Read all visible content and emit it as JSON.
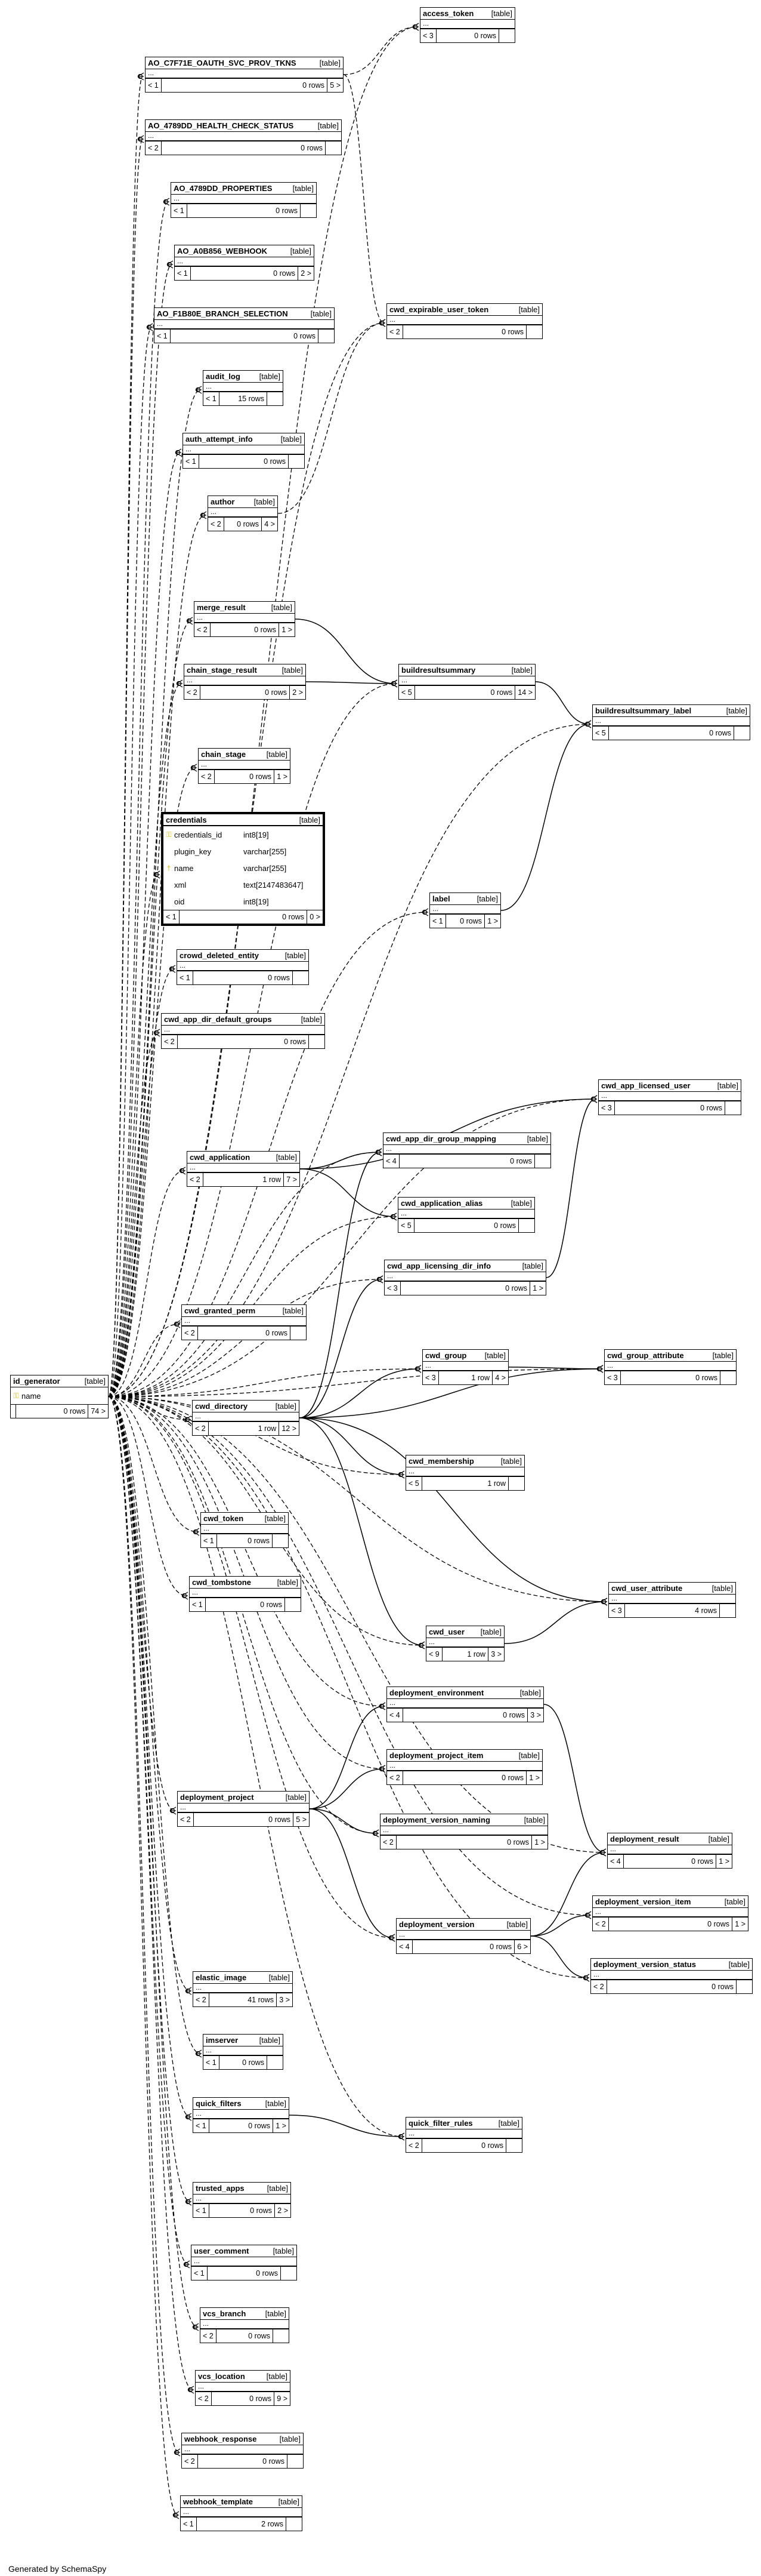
{
  "generator_note": "Generated by SchemaSpy",
  "tables": [
    {
      "id": "access_token",
      "name": "access_token",
      "type": "[table]",
      "ellipsis": "...",
      "parents": "< 3",
      "rows": "0 rows",
      "children": ""
    },
    {
      "id": "ao_c7f71e",
      "name": "AO_C7F71E_OAUTH_SVC_PROV_TKNS",
      "type": "[table]",
      "ellipsis": "...",
      "parents": "< 1",
      "rows": "0 rows",
      "children": "5 >"
    },
    {
      "id": "ao_4789dd_hc",
      "name": "AO_4789DD_HEALTH_CHECK_STATUS",
      "type": "[table]",
      "ellipsis": "...",
      "parents": "< 2",
      "rows": "0 rows",
      "children": ""
    },
    {
      "id": "ao_4789dd_prop",
      "name": "AO_4789DD_PROPERTIES",
      "type": "[table]",
      "ellipsis": "...",
      "parents": "< 1",
      "rows": "0 rows",
      "children": ""
    },
    {
      "id": "ao_a0b856",
      "name": "AO_A0B856_WEBHOOK",
      "type": "[table]",
      "ellipsis": "...",
      "parents": "< 1",
      "rows": "0 rows",
      "children": "2 >"
    },
    {
      "id": "ao_f1b80e",
      "name": "AO_F1B80E_BRANCH_SELECTION",
      "type": "[table]",
      "ellipsis": "...",
      "parents": "< 1",
      "rows": "0 rows",
      "children": ""
    },
    {
      "id": "cwd_expirable_user_token",
      "name": "cwd_expirable_user_token",
      "type": "[table]",
      "ellipsis": "...",
      "parents": "< 2",
      "rows": "0 rows",
      "children": ""
    },
    {
      "id": "audit_log",
      "name": "audit_log",
      "type": "[table]",
      "ellipsis": "...",
      "parents": "< 1",
      "rows": "15 rows",
      "children": ""
    },
    {
      "id": "auth_attempt_info",
      "name": "auth_attempt_info",
      "type": "[table]",
      "ellipsis": "...",
      "parents": "< 1",
      "rows": "0 rows",
      "children": ""
    },
    {
      "id": "author",
      "name": "author",
      "type": "[table]",
      "ellipsis": "...",
      "parents": "< 2",
      "rows": "0 rows",
      "children": "4 >"
    },
    {
      "id": "merge_result",
      "name": "merge_result",
      "type": "[table]",
      "ellipsis": "...",
      "parents": "< 2",
      "rows": "0 rows",
      "children": "1 >"
    },
    {
      "id": "chain_stage_result",
      "name": "chain_stage_result",
      "type": "[table]",
      "ellipsis": "...",
      "parents": "< 2",
      "rows": "0 rows",
      "children": "2 >"
    },
    {
      "id": "buildresultsummary",
      "name": "buildresultsummary",
      "type": "[table]",
      "ellipsis": "...",
      "parents": "< 5",
      "rows": "0 rows",
      "children": "14 >"
    },
    {
      "id": "buildresultsummary_label",
      "name": "buildresultsummary_label",
      "type": "[table]",
      "ellipsis": "...",
      "parents": "< 5",
      "rows": "0 rows",
      "children": ""
    },
    {
      "id": "chain_stage",
      "name": "chain_stage",
      "type": "[table]",
      "ellipsis": "...",
      "parents": "< 2",
      "rows": "0 rows",
      "children": "1 >"
    },
    {
      "id": "credentials",
      "name": "credentials",
      "type": "[table]",
      "focus": true,
      "columns": [
        {
          "key": "pk",
          "name": "credentials_id",
          "type": "int8[19]"
        },
        {
          "key": "",
          "name": "plugin_key",
          "type": "varchar[255]"
        },
        {
          "key": "fk",
          "name": "name",
          "type": "varchar[255]"
        },
        {
          "key": "",
          "name": "xml",
          "type": "text[2147483647]"
        },
        {
          "key": "",
          "name": "oid",
          "type": "int8[19]"
        }
      ],
      "parents": "< 1",
      "rows": "0 rows",
      "children": "0 >"
    },
    {
      "id": "label",
      "name": "label",
      "type": "[table]",
      "ellipsis": "...",
      "parents": "< 1",
      "rows": "0 rows",
      "children": "1 >"
    },
    {
      "id": "crowd_deleted_entity",
      "name": "crowd_deleted_entity",
      "type": "[table]",
      "ellipsis": "...",
      "parents": "< 1",
      "rows": "0 rows",
      "children": ""
    },
    {
      "id": "cwd_app_dir_default_groups",
      "name": "cwd_app_dir_default_groups",
      "type": "[table]",
      "ellipsis": "...",
      "parents": "< 2",
      "rows": "0 rows",
      "children": ""
    },
    {
      "id": "cwd_app_licensed_user",
      "name": "cwd_app_licensed_user",
      "type": "[table]",
      "ellipsis": "...",
      "parents": "< 3",
      "rows": "0 rows",
      "children": ""
    },
    {
      "id": "cwd_app_dir_group_mapping",
      "name": "cwd_app_dir_group_mapping",
      "type": "[table]",
      "ellipsis": "...",
      "parents": "< 4",
      "rows": "0 rows",
      "children": ""
    },
    {
      "id": "cwd_application",
      "name": "cwd_application",
      "type": "[table]",
      "ellipsis": "...",
      "parents": "< 2",
      "rows": "1 row",
      "children": "7 >"
    },
    {
      "id": "cwd_application_alias",
      "name": "cwd_application_alias",
      "type": "[table]",
      "ellipsis": "...",
      "parents": "< 5",
      "rows": "0 rows",
      "children": ""
    },
    {
      "id": "cwd_app_licensing_dir_info",
      "name": "cwd_app_licensing_dir_info",
      "type": "[table]",
      "ellipsis": "...",
      "parents": "< 3",
      "rows": "0 rows",
      "children": "1 >"
    },
    {
      "id": "cwd_granted_perm",
      "name": "cwd_granted_perm",
      "type": "[table]",
      "ellipsis": "...",
      "parents": "< 2",
      "rows": "0 rows",
      "children": ""
    },
    {
      "id": "cwd_group",
      "name": "cwd_group",
      "type": "[table]",
      "ellipsis": "...",
      "parents": "< 3",
      "rows": "1 row",
      "children": "4 >"
    },
    {
      "id": "cwd_group_attribute",
      "name": "cwd_group_attribute",
      "type": "[table]",
      "ellipsis": "...",
      "parents": "< 3",
      "rows": "0 rows",
      "children": ""
    },
    {
      "id": "id_generator",
      "name": "id_generator",
      "type": "[table]",
      "columns": [
        {
          "key": "pk",
          "name": "name",
          "type": ""
        }
      ],
      "parents": "",
      "rows": "0 rows",
      "children": "74 >"
    },
    {
      "id": "cwd_directory",
      "name": "cwd_directory",
      "type": "[table]",
      "ellipsis": "...",
      "parents": "< 2",
      "rows": "1 row",
      "children": "12 >"
    },
    {
      "id": "cwd_membership",
      "name": "cwd_membership",
      "type": "[table]",
      "ellipsis": "...",
      "parents": "< 5",
      "rows": "1 row",
      "children": ""
    },
    {
      "id": "cwd_token",
      "name": "cwd_token",
      "type": "[table]",
      "ellipsis": "...",
      "parents": "< 1",
      "rows": "0 rows",
      "children": ""
    },
    {
      "id": "cwd_tombstone",
      "name": "cwd_tombstone",
      "type": "[table]",
      "ellipsis": "...",
      "parents": "< 1",
      "rows": "0 rows",
      "children": ""
    },
    {
      "id": "cwd_user_attribute",
      "name": "cwd_user_attribute",
      "type": "[table]",
      "ellipsis": "...",
      "parents": "< 3",
      "rows": "4 rows",
      "children": ""
    },
    {
      "id": "cwd_user",
      "name": "cwd_user",
      "type": "[table]",
      "ellipsis": "...",
      "parents": "< 9",
      "rows": "1 row",
      "children": "3 >"
    },
    {
      "id": "deployment_environment",
      "name": "deployment_environment",
      "type": "[table]",
      "ellipsis": "...",
      "parents": "< 4",
      "rows": "0 rows",
      "children": "3 >"
    },
    {
      "id": "deployment_project_item",
      "name": "deployment_project_item",
      "type": "[table]",
      "ellipsis": "...",
      "parents": "< 2",
      "rows": "0 rows",
      "children": "1 >"
    },
    {
      "id": "deployment_project",
      "name": "deployment_project",
      "type": "[table]",
      "ellipsis": "...",
      "parents": "< 2",
      "rows": "0 rows",
      "children": "5 >"
    },
    {
      "id": "deployment_version_naming",
      "name": "deployment_version_naming",
      "type": "[table]",
      "ellipsis": "...",
      "parents": "< 2",
      "rows": "0 rows",
      "children": "1 >"
    },
    {
      "id": "deployment_result",
      "name": "deployment_result",
      "type": "[table]",
      "ellipsis": "...",
      "parents": "< 4",
      "rows": "0 rows",
      "children": "1 >"
    },
    {
      "id": "deployment_version_item",
      "name": "deployment_version_item",
      "type": "[table]",
      "ellipsis": "...",
      "parents": "< 2",
      "rows": "0 rows",
      "children": "1 >"
    },
    {
      "id": "deployment_version",
      "name": "deployment_version",
      "type": "[table]",
      "ellipsis": "...",
      "parents": "< 4",
      "rows": "0 rows",
      "children": "6 >"
    },
    {
      "id": "deployment_version_status",
      "name": "deployment_version_status",
      "type": "[table]",
      "ellipsis": "...",
      "parents": "< 2",
      "rows": "0 rows",
      "children": ""
    },
    {
      "id": "elastic_image",
      "name": "elastic_image",
      "type": "[table]",
      "ellipsis": "...",
      "parents": "< 2",
      "rows": "41 rows",
      "children": "3 >"
    },
    {
      "id": "imserver",
      "name": "imserver",
      "type": "[table]",
      "ellipsis": "...",
      "parents": "< 1",
      "rows": "0 rows",
      "children": ""
    },
    {
      "id": "quick_filters",
      "name": "quick_filters",
      "type": "[table]",
      "ellipsis": "...",
      "parents": "< 1",
      "rows": "0 rows",
      "children": "1 >"
    },
    {
      "id": "quick_filter_rules",
      "name": "quick_filter_rules",
      "type": "[table]",
      "ellipsis": "...",
      "parents": "< 2",
      "rows": "0 rows",
      "children": ""
    },
    {
      "id": "trusted_apps",
      "name": "trusted_apps",
      "type": "[table]",
      "ellipsis": "...",
      "parents": "< 1",
      "rows": "0 rows",
      "children": "2 >"
    },
    {
      "id": "user_comment",
      "name": "user_comment",
      "type": "[table]",
      "ellipsis": "...",
      "parents": "< 1",
      "rows": "0 rows",
      "children": ""
    },
    {
      "id": "vcs_branch",
      "name": "vcs_branch",
      "type": "[table]",
      "ellipsis": "...",
      "parents": "< 2",
      "rows": "0 rows",
      "children": ""
    },
    {
      "id": "vcs_location",
      "name": "vcs_location",
      "type": "[table]",
      "ellipsis": "...",
      "parents": "< 2",
      "rows": "0 rows",
      "children": "9 >"
    },
    {
      "id": "webhook_response",
      "name": "webhook_response",
      "type": "[table]",
      "ellipsis": "...",
      "parents": "< 2",
      "rows": "0 rows",
      "children": ""
    },
    {
      "id": "webhook_template",
      "name": "webhook_template",
      "type": "[table]",
      "ellipsis": "...",
      "parents": "< 1",
      "rows": "2 rows",
      "children": ""
    }
  ],
  "solid_edges": [
    [
      "merge_result",
      "buildresultsummary"
    ],
    [
      "chain_stage_result",
      "buildresultsummary"
    ],
    [
      "buildresultsummary",
      "buildresultsummary_label"
    ],
    [
      "label",
      "buildresultsummary_label"
    ],
    [
      "cwd_application",
      "cwd_app_dir_group_mapping"
    ],
    [
      "cwd_application",
      "cwd_application_alias"
    ],
    [
      "cwd_application",
      "cwd_app_licensed_user"
    ],
    [
      "cwd_app_licensing_dir_info",
      "cwd_app_licensed_user"
    ],
    [
      "cwd_directory",
      "cwd_app_dir_group_mapping"
    ],
    [
      "cwd_directory",
      "cwd_app_licensing_dir_info"
    ],
    [
      "cwd_directory",
      "cwd_group"
    ],
    [
      "cwd_directory",
      "cwd_group_attribute"
    ],
    [
      "cwd_group",
      "cwd_group_attribute"
    ],
    [
      "cwd_directory",
      "cwd_membership"
    ],
    [
      "cwd_directory",
      "cwd_user"
    ],
    [
      "cwd_directory",
      "cwd_user_attribute"
    ],
    [
      "cwd_user",
      "cwd_user_attribute"
    ],
    [
      "deployment_project",
      "deployment_environment"
    ],
    [
      "deployment_project",
      "deployment_project_item"
    ],
    [
      "deployment_project",
      "deployment_version_naming"
    ],
    [
      "deployment_project",
      "deployment_version"
    ],
    [
      "deployment_environment",
      "deployment_result"
    ],
    [
      "deployment_version",
      "deployment_result"
    ],
    [
      "deployment_version",
      "deployment_version_item"
    ],
    [
      "deployment_version",
      "deployment_version_status"
    ],
    [
      "quick_filters",
      "quick_filter_rules"
    ]
  ],
  "dashed_edges": [
    [
      "id_generator",
      "access_token"
    ],
    [
      "id_generator",
      "ao_c7f71e"
    ],
    [
      "id_generator",
      "ao_4789dd_hc"
    ],
    [
      "id_generator",
      "ao_4789dd_prop"
    ],
    [
      "id_generator",
      "ao_a0b856"
    ],
    [
      "id_generator",
      "ao_f1b80e"
    ],
    [
      "id_generator",
      "cwd_expirable_user_token"
    ],
    [
      "id_generator",
      "audit_log"
    ],
    [
      "id_generator",
      "auth_attempt_info"
    ],
    [
      "id_generator",
      "author"
    ],
    [
      "id_generator",
      "merge_result"
    ],
    [
      "id_generator",
      "chain_stage_result"
    ],
    [
      "id_generator",
      "buildresultsummary"
    ],
    [
      "id_generator",
      "buildresultsummary_label"
    ],
    [
      "id_generator",
      "chain_stage"
    ],
    [
      "id_generator",
      "credentials"
    ],
    [
      "id_generator",
      "label"
    ],
    [
      "id_generator",
      "crowd_deleted_entity"
    ],
    [
      "id_generator",
      "cwd_app_dir_default_groups"
    ],
    [
      "id_generator",
      "cwd_app_licensed_user"
    ],
    [
      "id_generator",
      "cwd_app_dir_group_mapping"
    ],
    [
      "id_generator",
      "cwd_application"
    ],
    [
      "id_generator",
      "cwd_application_alias"
    ],
    [
      "id_generator",
      "cwd_app_licensing_dir_info"
    ],
    [
      "id_generator",
      "cwd_granted_perm"
    ],
    [
      "id_generator",
      "cwd_group"
    ],
    [
      "id_generator",
      "cwd_group_attribute"
    ],
    [
      "id_generator",
      "cwd_directory"
    ],
    [
      "id_generator",
      "cwd_membership"
    ],
    [
      "id_generator",
      "cwd_token"
    ],
    [
      "id_generator",
      "cwd_tombstone"
    ],
    [
      "id_generator",
      "cwd_user_attribute"
    ],
    [
      "id_generator",
      "cwd_user"
    ],
    [
      "id_generator",
      "deployment_environment"
    ],
    [
      "id_generator",
      "deployment_project_item"
    ],
    [
      "id_generator",
      "deployment_project"
    ],
    [
      "id_generator",
      "deployment_version_naming"
    ],
    [
      "id_generator",
      "deployment_result"
    ],
    [
      "id_generator",
      "deployment_version_item"
    ],
    [
      "id_generator",
      "deployment_version"
    ],
    [
      "id_generator",
      "deployment_version_status"
    ],
    [
      "id_generator",
      "elastic_image"
    ],
    [
      "id_generator",
      "imserver"
    ],
    [
      "id_generator",
      "quick_filters"
    ],
    [
      "id_generator",
      "quick_filter_rules"
    ],
    [
      "id_generator",
      "trusted_apps"
    ],
    [
      "id_generator",
      "user_comment"
    ],
    [
      "id_generator",
      "vcs_branch"
    ],
    [
      "id_generator",
      "vcs_location"
    ],
    [
      "id_generator",
      "webhook_response"
    ],
    [
      "id_generator",
      "webhook_template"
    ],
    [
      "ao_c7f71e",
      "access_token"
    ],
    [
      "ao_c7f71e",
      "cwd_expirable_user_token"
    ],
    [
      "author",
      "cwd_expirable_user_token"
    ]
  ]
}
